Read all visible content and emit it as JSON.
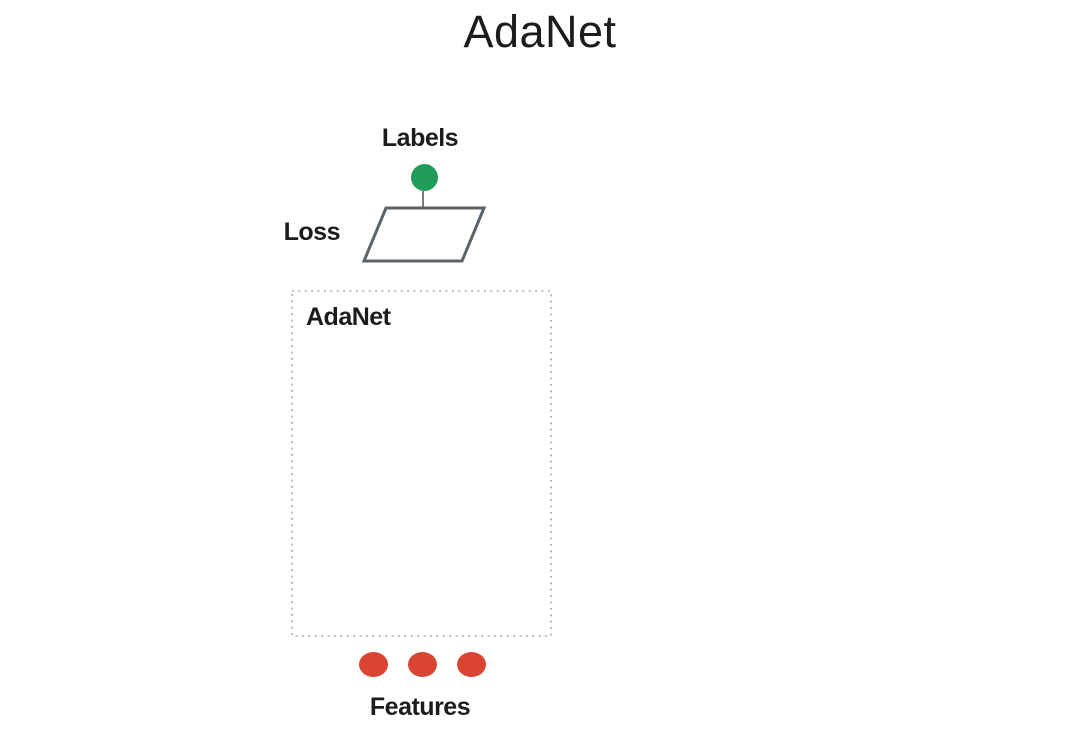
{
  "page": {
    "title": "AdaNet"
  },
  "colors": {
    "label-node-green": "#1f9d58",
    "feature-node-red": "#da4433",
    "shape-stroke": "#5b6368",
    "connector-gray": "#7d7d7d",
    "dotted-border": "#a3a3a3",
    "text": "#1c1c1c"
  },
  "diagram": {
    "labels_label": "Labels",
    "loss_label": "Loss",
    "box_label": "AdaNet",
    "features_label": "Features",
    "label_node_count": 1,
    "feature_node_count": 3
  }
}
